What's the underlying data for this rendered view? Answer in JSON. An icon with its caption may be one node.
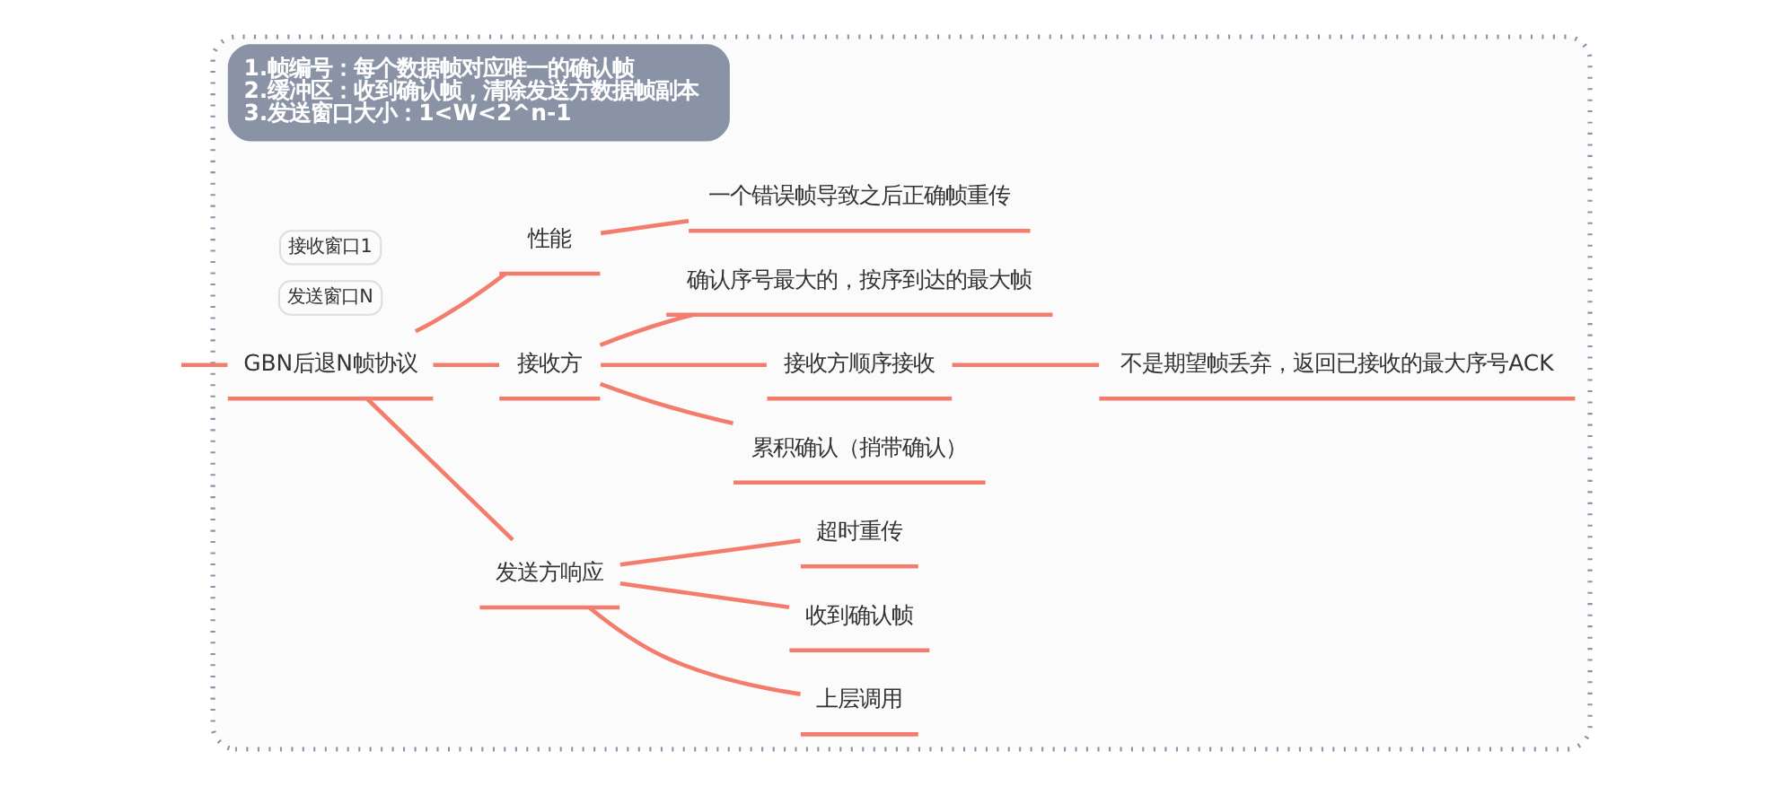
{
  "diagram": {
    "nodes": [
      {
        "text": [
          "1.帧编号：每个数据帧对应唯一的确认帧",
          "2.缓冲区：收到确认帧，清除发送方数据帧副本",
          "3.发送窗口大小：1<W<2^n-1"
        ]
      },
      {
        "text": [
          "GBN后退N帧协议"
        ],
        "in": 0
      },
      {
        "text": [
          "发送窗口N"
        ],
        "in": 0
      },
      {
        "text": [
          "接收窗口1"
        ],
        "in": 0
      },
      {
        "text": [
          "发送方响应"
        ],
        "in": 0
      },
      {
        "text": [
          "上层调用"
        ],
        "in": 0
      },
      {
        "text": [
          "收到确认帧"
        ],
        "in": 0
      },
      {
        "text": [
          "超时重传"
        ],
        "in": 0
      },
      {
        "text": [
          "接收方"
        ],
        "in": 0
      },
      {
        "text": [
          "累积确认（捎带确认）"
        ],
        "in": 0
      },
      {
        "text": [
          "接收方顺序接收"
        ],
        "in": 0
      },
      {
        "text": [
          "不是期望帧丢弃，返回已接收的最大序号ACK"
        ],
        "in": 0
      },
      {
        "text": [
          "确认序号最大的，按序到达的最大帧"
        ],
        "in": 0
      },
      {
        "text": [
          "性能"
        ],
        "in": 0
      },
      {
        "text": [
          "一个错误帧导致之后正确帧重传"
        ],
        "in": 0
      }
    ],
    "edges": [
      {
        "from": null,
        "to": 1,
        "arrow": "none"
      },
      {
        "from": 1,
        "to": 4,
        "arrow": "none"
      },
      {
        "from": 4,
        "to": 5,
        "arrow": "none"
      },
      {
        "from": 4,
        "to": 6,
        "arrow": "none"
      },
      {
        "from": 4,
        "to": 7,
        "arrow": "none"
      },
      {
        "from": 1,
        "to": 8,
        "arrow": "none"
      },
      {
        "from": 8,
        "to": 9,
        "arrow": "none"
      },
      {
        "from": 8,
        "to": 10,
        "arrow": "none"
      },
      {
        "from": 10,
        "to": 11,
        "arrow": "none"
      },
      {
        "from": 8,
        "to": 12,
        "arrow": "none"
      },
      {
        "from": 1,
        "to": 13,
        "arrow": "none"
      },
      {
        "from": 13,
        "to": 14,
        "arrow": "none"
      }
    ]
  }
}
